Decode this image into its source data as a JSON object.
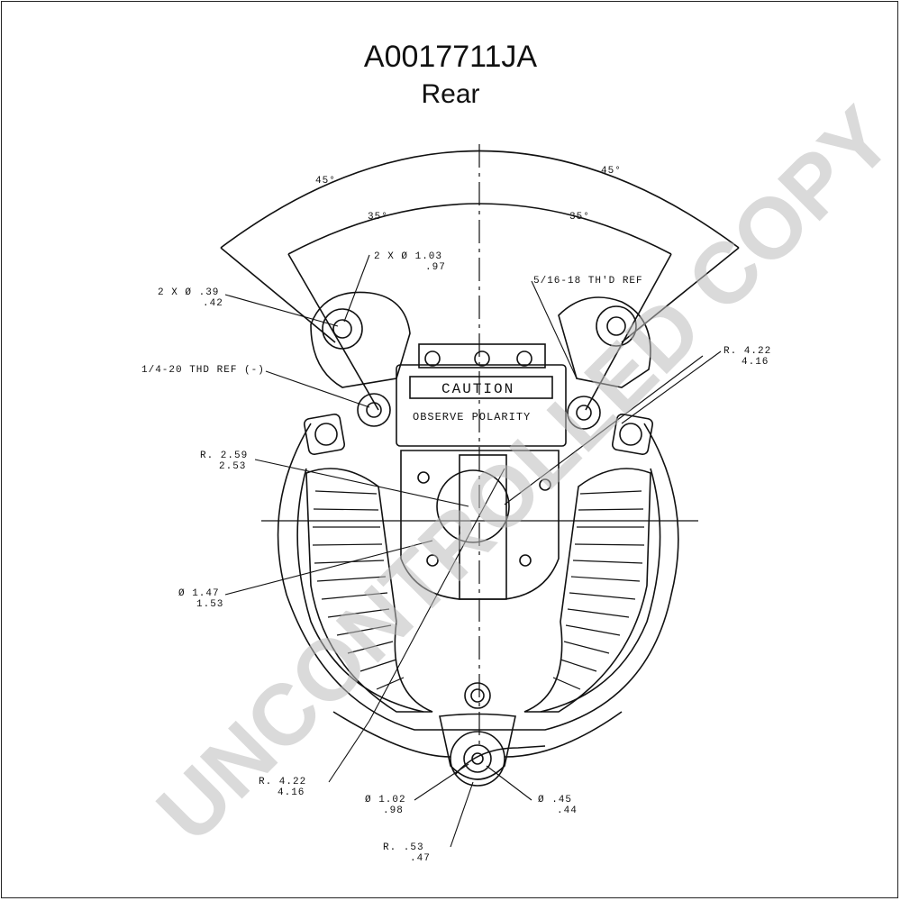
{
  "title": "A0017711JA",
  "subtitle": "Rear",
  "watermark": "UNCONTROLLED COPY",
  "angles": {
    "left_outer": "45°",
    "right_outer": "45°",
    "left_inner": "35°",
    "right_inner": "35°"
  },
  "labels": {
    "mount_hole_top": "2 X Ø 1.03",
    "mount_hole_bottom": ".97",
    "hole_dia_top": "2 X Ø .39",
    "hole_dia_bottom": ".42",
    "thread_neg": "1/4-20 THD REF (-)",
    "thread_ref": "5/16-18 TH'D REF",
    "r_right_top": "R. 4.22",
    "r_right_bottom": "4.16",
    "r_center_top": "R. 2.59",
    "r_center_bottom": "2.53",
    "dia_center_top": "Ø 1.47",
    "dia_center_bottom": "1.53",
    "r_bottom_top": "R. 4.22",
    "r_bottom_bottom": "4.16",
    "dia_bottom_top": "Ø 1.02",
    "dia_bottom_bottom": ".98",
    "dia_small_top": "Ø .45",
    "dia_small_bottom": ".44",
    "r_lug_top": "R. .53",
    "r_lug_bottom": ".47"
  },
  "caution": {
    "line1": "CAUTION",
    "line2": "OBSERVE POLARITY"
  }
}
